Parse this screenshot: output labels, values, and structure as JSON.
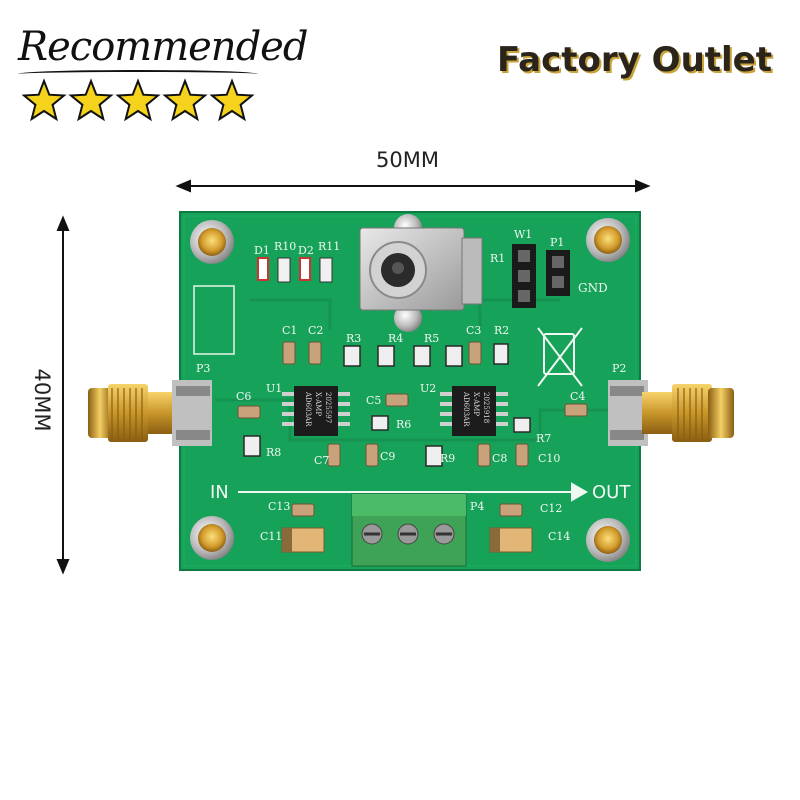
{
  "badge": {
    "recommended_text": "Recommended",
    "star_rating": 5,
    "star_color": "#f5d21b"
  },
  "brand": {
    "factory_outlet": "Factory Outlet"
  },
  "dimensions": {
    "width_label": "50MM",
    "height_label": "40MM"
  },
  "board": {
    "color": "#19a35b",
    "silkscreen": {
      "in_label": "IN",
      "out_label": "OUT",
      "gnd_label": "GND",
      "parts": [
        "D1",
        "R10",
        "D2",
        "R11",
        "R1",
        "W1",
        "P1",
        "C1",
        "C2",
        "R3",
        "R4",
        "R5",
        "C3",
        "R2",
        "U1",
        "U2",
        "C6",
        "C5",
        "R6",
        "C4",
        "P3",
        "P2",
        "R8",
        "C7",
        "C9",
        "R9",
        "C8",
        "C10",
        "R7",
        "C13",
        "C11",
        "P4",
        "C12",
        "C14"
      ],
      "chip_marks": [
        "AD603AR",
        "X-AMP",
        "2025597",
        "AD603AR",
        "X-AMP",
        "2025918"
      ]
    }
  }
}
